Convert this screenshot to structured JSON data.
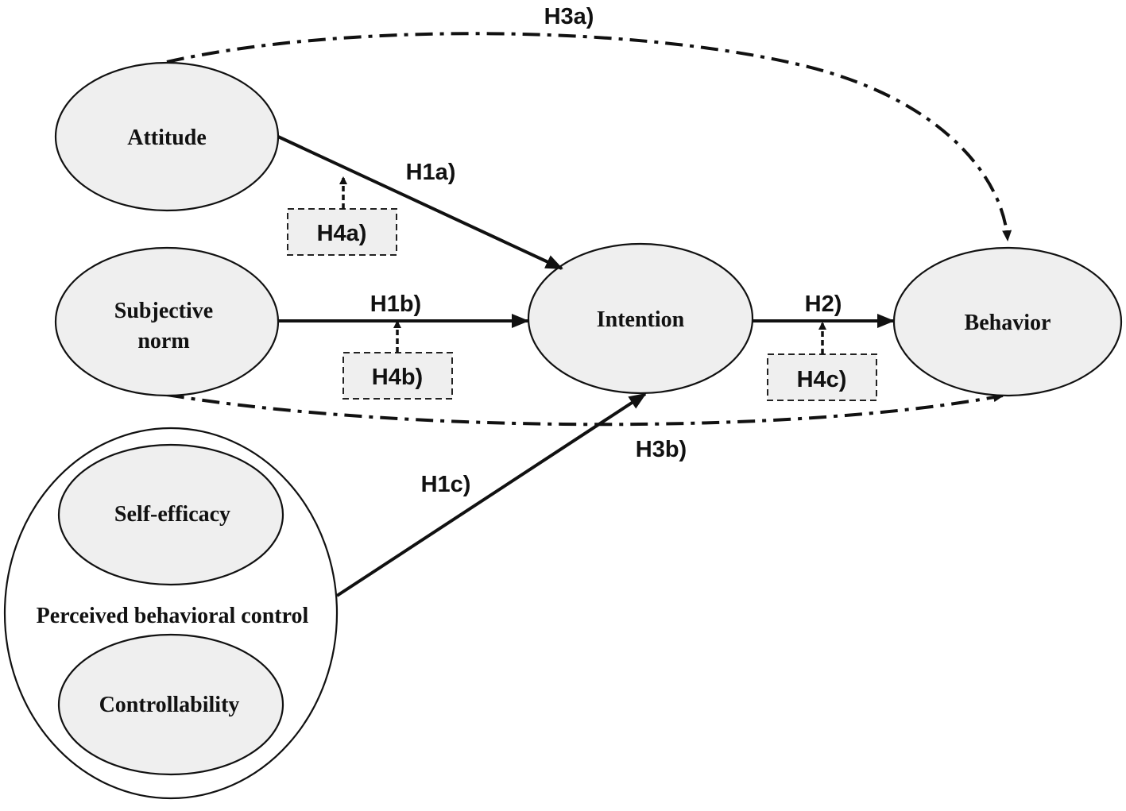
{
  "nodes": {
    "attitude": "Attitude",
    "subjective_norm_line1": "Subjective",
    "subjective_norm_line2": "norm",
    "intention": "Intention",
    "behavior": "Behavior",
    "self_efficacy": "Self-efficacy",
    "perceived_behavioral_control": "Perceived behavioral control",
    "controllability": "Controllability"
  },
  "paths": {
    "h1a": "H1a)",
    "h1b": "H1b)",
    "h1c": "H1c)",
    "h2": "H2)",
    "h3a": "H3a)",
    "h3b": "H3b)",
    "h4a": "H4a)",
    "h4b": "H4b)",
    "h4c": "H4c)"
  },
  "colors": {
    "node_fill": "#efefef",
    "line": "#111111",
    "background": "#ffffff"
  }
}
